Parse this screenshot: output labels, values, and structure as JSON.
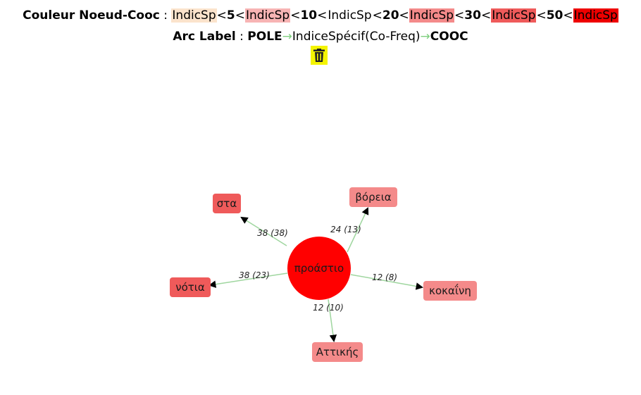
{
  "legend": {
    "title": "Couleur Noeud-Cooc",
    "sep": ":",
    "lt": "<",
    "items": [
      {
        "label": "IndicSp",
        "color": "#fbe3cc"
      },
      {
        "threshold": "5"
      },
      {
        "label": "IndicSp",
        "color": "#f7b4b4"
      },
      {
        "threshold": "10"
      },
      {
        "label": "IndicSp",
        "color": "#ffffff"
      },
      {
        "threshold": "20"
      },
      {
        "label": "IndicSp",
        "color": "#f48a8a"
      },
      {
        "threshold": "30"
      },
      {
        "label": "IndicSp",
        "color": "#ef5a5a"
      },
      {
        "threshold": "50"
      },
      {
        "label": "IndicSp",
        "color": "#ee0000"
      }
    ]
  },
  "arc_label": {
    "title": "Arc Label",
    "sep": ":",
    "pole": "POLE",
    "arrow1": "→",
    "middle": "IndiceSpécif(Co-Freq)",
    "arrow2": "→",
    "cooc": "COOC"
  },
  "trash": {
    "icon": "trash-icon",
    "color": "#f4f400"
  },
  "graph": {
    "center": {
      "label": "προάστιο",
      "color": "#ff0000"
    },
    "nodes": [
      {
        "label": "στα",
        "color": "#ef5a5a"
      },
      {
        "label": "βόρεια",
        "color": "#f48a8a"
      },
      {
        "label": "νότια",
        "color": "#ef5a5a"
      },
      {
        "label": "κοκαΐνη",
        "color": "#f48a8a"
      },
      {
        "label": "Αττικής",
        "color": "#f48a8a"
      }
    ],
    "edges": [
      {
        "to": "στα",
        "label": "38 (38)"
      },
      {
        "to": "βόρεια",
        "label": "24 (13)"
      },
      {
        "to": "νότια",
        "label": "38 (23)"
      },
      {
        "to": "κοκαΐνη",
        "label": "12 (8)"
      },
      {
        "to": "Αττικής",
        "label": "12 (10)"
      }
    ],
    "edge_color": "#9fd69f"
  }
}
